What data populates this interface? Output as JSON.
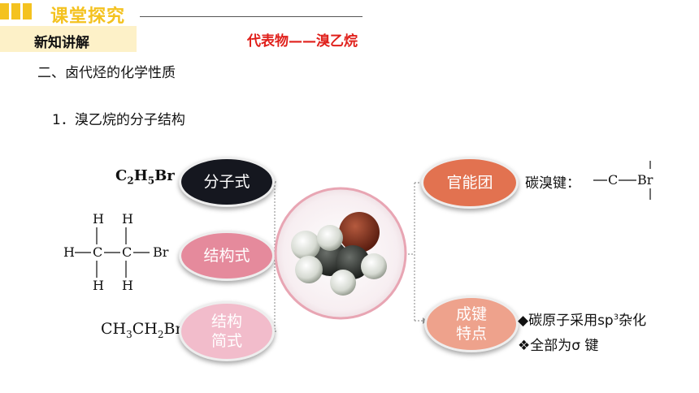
{
  "header": {
    "title": "课堂探究"
  },
  "tag": {
    "label": "新知讲解"
  },
  "representative": "代表物——溴乙烷",
  "section_title": "二、卤代烃的化学性质",
  "subsection_title": "1．溴乙烷的分子结构",
  "left": {
    "molecular_formula": {
      "C": "C",
      "n2": "2",
      "H": "H",
      "n5": "5",
      "Br": "Br"
    },
    "structural_formula": {
      "H": "H",
      "C": "C",
      "Br": "Br"
    },
    "condensed_formula": {
      "a": "CH",
      "a3": "3",
      "b": "CH",
      "b2": "2",
      "c": "Br"
    }
  },
  "ovals": {
    "molecular": "分子式",
    "structural": "结构式",
    "condensed_line1": "结构",
    "condensed_line2": "简式",
    "functional_group": "官能团",
    "bond_line1": "成键",
    "bond_line2": "特点"
  },
  "right": {
    "cbr_label": "碳溴键：",
    "cbr_C": "C",
    "cbr_Br": "Br",
    "sp3_bullet": "◆",
    "sp3_text_a": "碳原子采用sp",
    "sp3_sup": "3",
    "sp3_text_b": "杂化",
    "sigma_bullet": "❖",
    "sigma_text": "全部为σ 键"
  },
  "colors": {
    "header_yellow": "#f4c21f",
    "title_red": "#e0201b",
    "oval_black": "#15171f",
    "oval_pink": "#e58a9c",
    "oval_lightpink": "#f2bccb",
    "oval_orange": "#e27250",
    "oval_salmon": "#eea28c"
  }
}
